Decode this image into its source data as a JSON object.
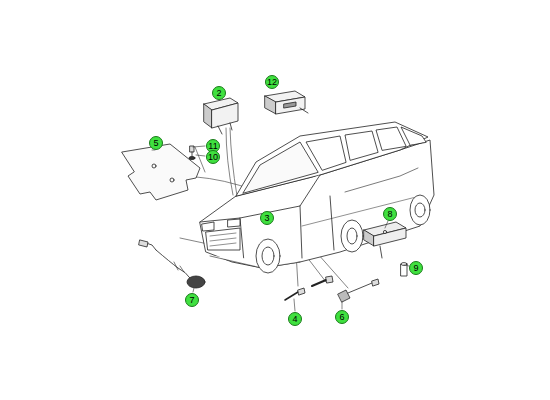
{
  "diagram": {
    "labels": [
      "2",
      "12",
      "5",
      "11",
      "10",
      "3",
      "8",
      "9",
      "7",
      "4",
      "6"
    ]
  }
}
